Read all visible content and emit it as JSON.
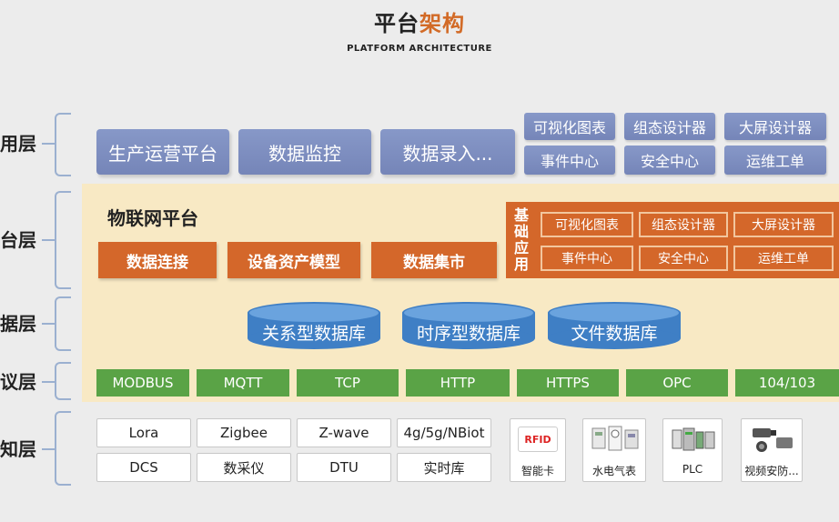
{
  "title": {
    "main": "平台",
    "accent": "架构",
    "subtitle": "PLATFORM ARCHITECTURE"
  },
  "layers": {
    "app": "用层",
    "platform": "台层",
    "data": "据层",
    "protocol": "议层",
    "perception": "知层"
  },
  "app_layer": {
    "big": [
      "生产运营平台",
      "数据监控",
      "数据录入..."
    ],
    "small": [
      "可视化图表",
      "组态设计器",
      "大屏设计器",
      "事件中心",
      "安全中心",
      "运维工单"
    ]
  },
  "platform_layer": {
    "title": "物联网平台",
    "modules": [
      "数据连接",
      "设备资产模型",
      "数据集市"
    ],
    "base_label": "基础应用",
    "base_items": [
      "可视化图表",
      "组态设计器",
      "大屏设计器",
      "事件中心",
      "安全中心",
      "运维工单"
    ]
  },
  "data_layer": {
    "databases": [
      "关系型数据库",
      "时序型数据库",
      "文件数据库"
    ]
  },
  "protocol_layer": {
    "protocols": [
      "MODBUS",
      "MQTT",
      "TCP",
      "HTTP",
      "HTTPS",
      "OPC",
      "104/103"
    ]
  },
  "perception_layer": {
    "items": [
      "Lora",
      "Zigbee",
      "Z-wave",
      "4g/5g/NBiot",
      "DCS",
      "数采仪",
      "DTU",
      "实时库"
    ],
    "devices": [
      "智能卡",
      "水电气表",
      "PLC",
      "视频安防..."
    ],
    "rfid_text": "RFID"
  },
  "colors": {
    "accent": "#d26a26",
    "app_blue": "#7e8dbd",
    "orange": "#d4672a",
    "green": "#5aa346",
    "db_blue": "#3f7fc5",
    "platform_bg": "#f8e9c4"
  }
}
